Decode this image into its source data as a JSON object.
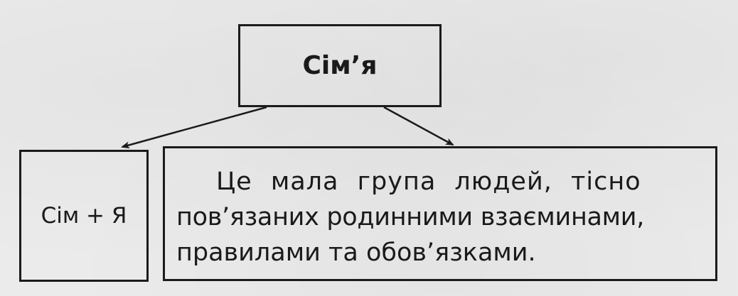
{
  "diagram": {
    "root": {
      "label": "Сім’я"
    },
    "children": [
      {
        "label": "Сім + Я"
      },
      {
        "lines": [
          "Це мала група людей, тісно",
          "пов’язаних родинними взаєминами,",
          "правилами та обов’язками."
        ]
      }
    ],
    "colors": {
      "ink": "#1b1b1b",
      "paper": "#ebebeb"
    }
  }
}
